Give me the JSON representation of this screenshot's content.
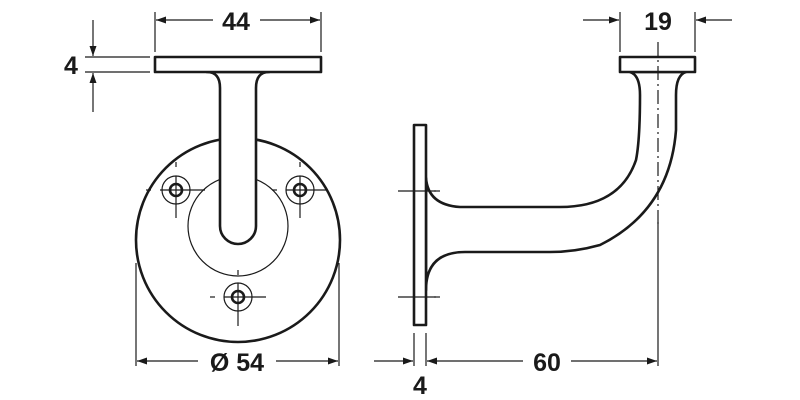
{
  "drawing": {
    "title": "Handrail bracket dimension drawing",
    "views": [
      "front-view",
      "side-profile-view"
    ],
    "line_color": "#1a1a1a",
    "background": "#ffffff"
  },
  "dimensions": {
    "top_plate_width": "44",
    "top_plate_thickness": "4",
    "base_diameter": "Ø 54",
    "saddle_width": "19",
    "base_plate_thickness": "4",
    "projection": "60"
  }
}
